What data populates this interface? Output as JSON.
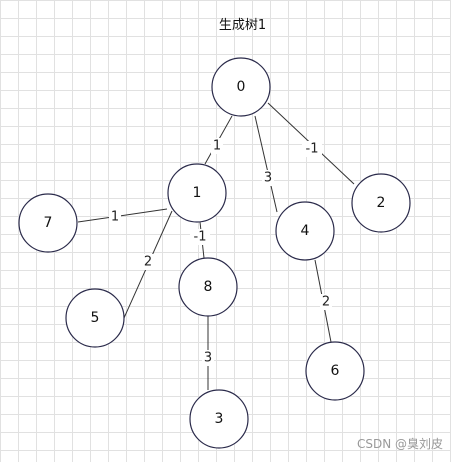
{
  "diagram": {
    "title": "生成树1",
    "nodes": [
      {
        "id": "n0",
        "label": "0"
      },
      {
        "id": "n1",
        "label": "1"
      },
      {
        "id": "n2",
        "label": "2"
      },
      {
        "id": "n3",
        "label": "3"
      },
      {
        "id": "n4",
        "label": "4"
      },
      {
        "id": "n5",
        "label": "5"
      },
      {
        "id": "n6",
        "label": "6"
      },
      {
        "id": "n7",
        "label": "7"
      },
      {
        "id": "n8",
        "label": "8"
      }
    ],
    "edges": [
      {
        "from": "n0",
        "to": "n1",
        "weight": "1"
      },
      {
        "from": "n0",
        "to": "n4",
        "weight": "3"
      },
      {
        "from": "n0",
        "to": "n2",
        "weight": "-1"
      },
      {
        "from": "n1",
        "to": "n7",
        "weight": "1"
      },
      {
        "from": "n1",
        "to": "n5",
        "weight": "2"
      },
      {
        "from": "n1",
        "to": "n8",
        "weight": "-1"
      },
      {
        "from": "n8",
        "to": "n3",
        "weight": "3"
      },
      {
        "from": "n4",
        "to": "n6",
        "weight": "2"
      }
    ]
  },
  "watermark": "CSDN @臭刘皮"
}
